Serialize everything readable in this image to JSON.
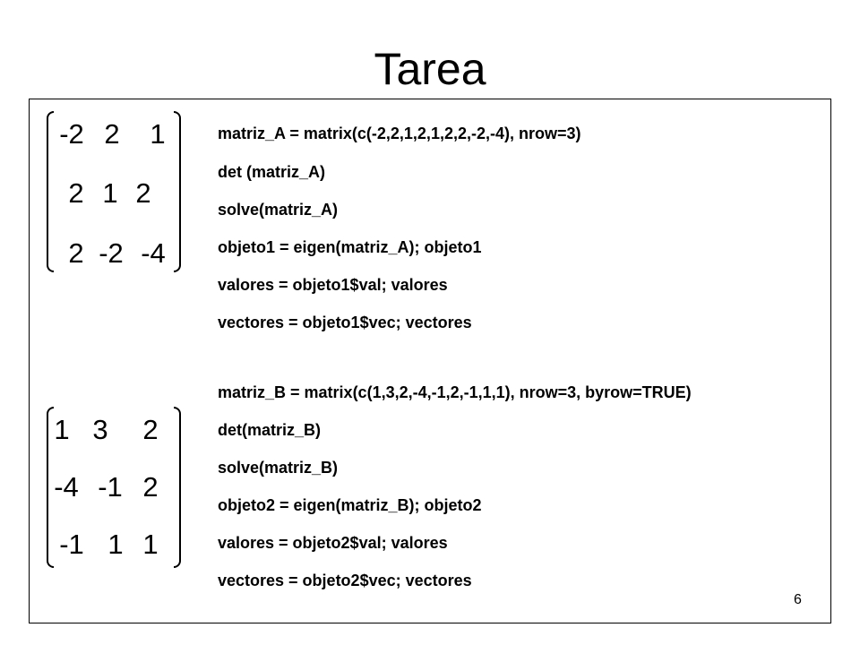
{
  "slide": {
    "title": "Tarea",
    "page_number": "6"
  },
  "matrix_a": {
    "rows": [
      [
        "-2",
        "2",
        "1"
      ],
      [
        "2",
        "1",
        "2"
      ],
      [
        "2",
        "-2",
        "-4"
      ]
    ]
  },
  "matrix_b": {
    "rows": [
      [
        "1",
        "3",
        "2"
      ],
      [
        "-4",
        "-1",
        "2"
      ],
      [
        "-1",
        "1",
        "1"
      ]
    ]
  },
  "code_a": [
    "matriz_A = matrix(c(-2,2,1,2,1,2,2,-2,-4), nrow=3)",
    "det (matriz_A)",
    "solve(matriz_A)",
    "objeto1 = eigen(matriz_A); objeto1",
    "valores = objeto1$val; valores",
    "vectores = objeto1$vec; vectores"
  ],
  "code_b": [
    "matriz_B = matrix(c(1,3,2,-4,-1,2,-1,1,1), nrow=3, byrow=TRUE)",
    "det(matriz_B)",
    "solve(matriz_B)",
    "objeto2 = eigen(matriz_B); objeto2",
    "valores = objeto2$val; valores",
    "vectores = objeto2$vec; vectores"
  ]
}
